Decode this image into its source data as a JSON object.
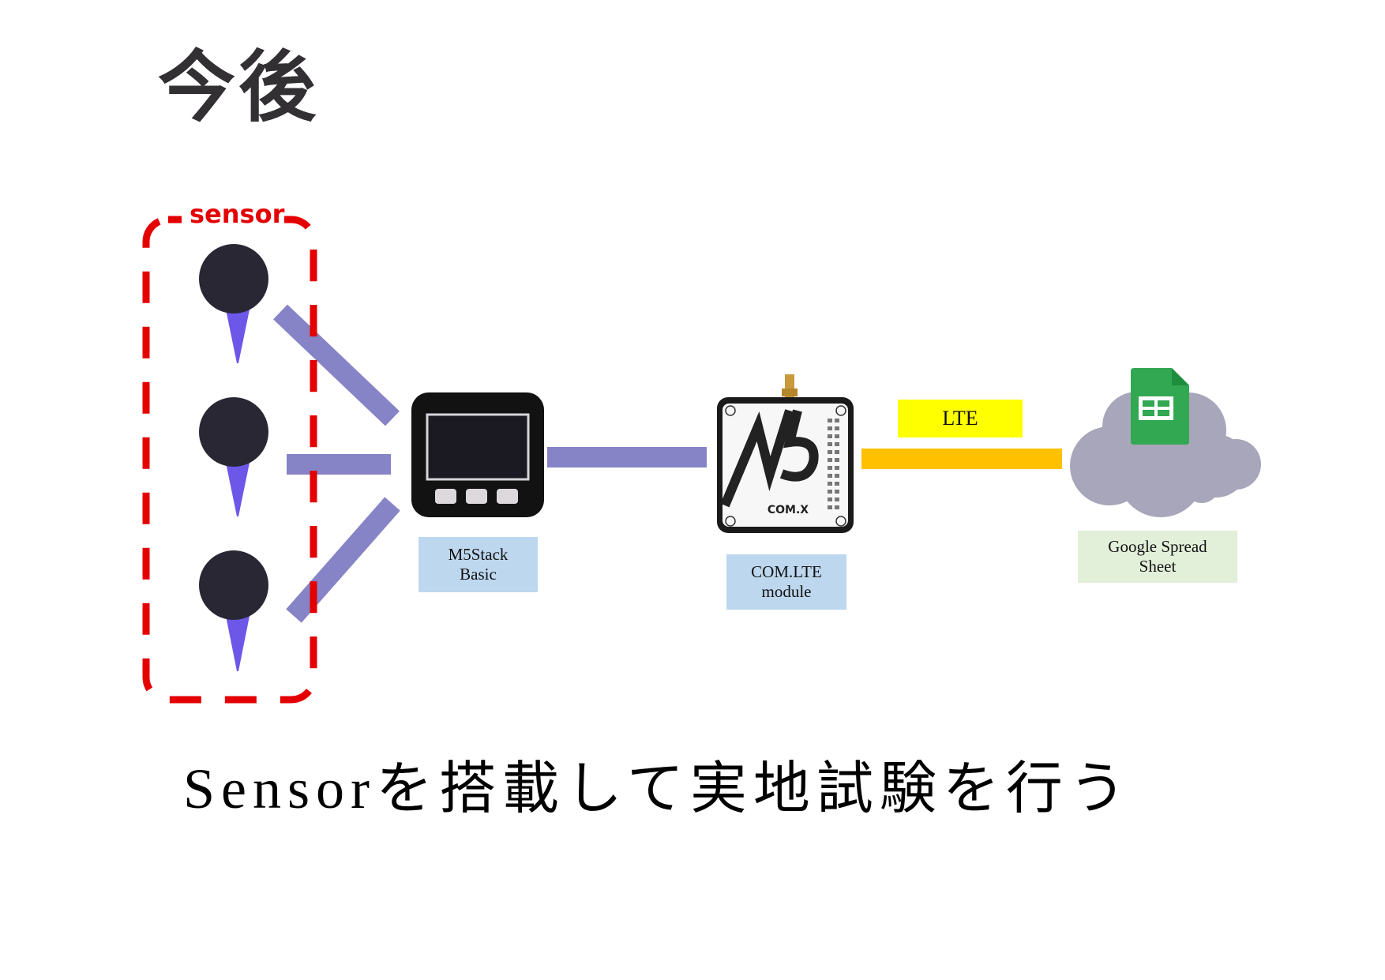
{
  "title": "今後",
  "sensor_group": {
    "label": "sensor",
    "sensor_count": 3,
    "border_color": "#e40000",
    "sensor_head_color": "#282733",
    "sensor_probe_color": "#6d57e8"
  },
  "nodes": {
    "m5stack": {
      "label": "M5Stack\nBasic",
      "icon": "m5stack-device-icon"
    },
    "com_lte": {
      "label": "COM.LTE\nmodule",
      "icon": "com-lte-module-icon",
      "board_text": "COM.X"
    },
    "cloud": {
      "label": "Google Spread\nSheet",
      "icon": "google-sheets-cloud-icon"
    }
  },
  "links": {
    "wired_color": "#8683c6",
    "lte_color": "#ffc000",
    "lte_label": "LTE"
  },
  "caption": "Sensorを搭載して実地試験を行う"
}
